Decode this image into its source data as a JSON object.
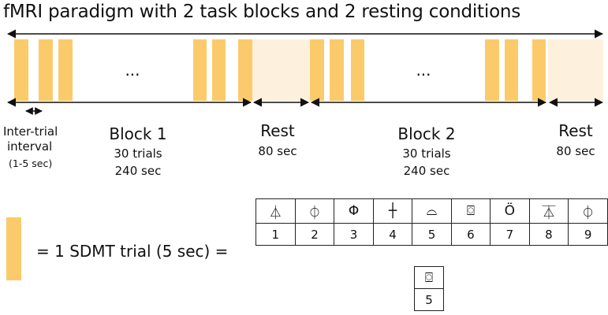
{
  "title": "fMRI paradigm with 2 task blocks and 2 resting conditions",
  "timeline": {
    "ellipsis": "...",
    "labels": {
      "iti_title_1": "Inter-trial",
      "iti_title_2": "interval",
      "iti_range": "(1-5 sec)",
      "block1_title": "Block 1",
      "block1_trials": "30 trials",
      "block1_duration": "240 sec",
      "rest1_title": "Rest",
      "rest1_duration": "80 sec",
      "block2_title": "Block 2",
      "block2_trials": "30 trials",
      "block2_duration": "240 sec",
      "rest2_title": "Rest",
      "rest2_duration": "80 sec"
    }
  },
  "legend": {
    "text": "= 1 SDMT trial (5 sec) ="
  },
  "sdmt_key": {
    "symbols": [
      "⏃",
      "⏀",
      "Φ",
      "┼",
      "⌓",
      "⌼",
      "Ö",
      "⏄",
      "⏀"
    ],
    "numbers": [
      "1",
      "2",
      "3",
      "4",
      "5",
      "6",
      "7",
      "8",
      "9"
    ]
  },
  "sdmt_probe": {
    "symbol": "⌼",
    "number": "5"
  },
  "colors": {
    "trial": "#FBCB6B",
    "rest": "#FDF1DE",
    "line": "#111111"
  }
}
